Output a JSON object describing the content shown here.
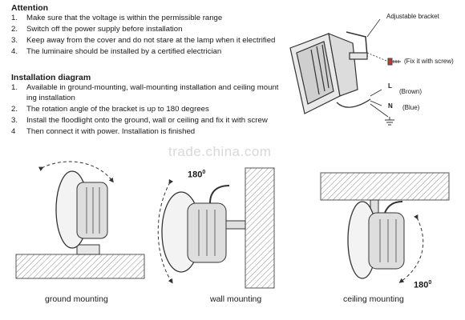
{
  "attention": {
    "title": "Attention",
    "items": [
      {
        "num": "1.",
        "text": "Make sure that the voltage is within the permissible range"
      },
      {
        "num": "2.",
        "text": "Switch off the power supply before installation"
      },
      {
        "num": "3.",
        "text": "Keep away from the cover and do not stare at the lamp when it electrified"
      },
      {
        "num": "4.",
        "text": "The luminaire should be installed by a certified electrician"
      }
    ]
  },
  "installation": {
    "title": "Installation diagram",
    "items": [
      {
        "num": "1.",
        "text": "Available in ground-mounting, wall-mounting installation and ceiling mount"
      },
      {
        "num": "",
        "text": "ing installation"
      },
      {
        "num": "2.",
        "text": "The rotation angle of the bracket is up to 180 degrees"
      },
      {
        "num": "3.",
        "text": "Install the floodlight onto the ground, wall or ceiling and fix it with screw"
      },
      {
        "num": "4",
        "text": "Then connect it with power. Installation is finished"
      }
    ]
  },
  "bracket_diagram": {
    "bracket_label": "Adjustable bracket",
    "screw_label": "(Fix it with screw)",
    "live_letter": "L",
    "live_color": "(Brown)",
    "neutral_letter": "N",
    "neutral_color": "(Blue)"
  },
  "mounting": {
    "ground": {
      "caption": "ground mounting"
    },
    "wall": {
      "caption": "wall mounting",
      "angle": "180",
      "angle_sup": "0"
    },
    "ceiling": {
      "caption": "ceiling mounting",
      "angle": "180",
      "angle_sup": "0"
    }
  },
  "watermark": "trade.china.com"
}
